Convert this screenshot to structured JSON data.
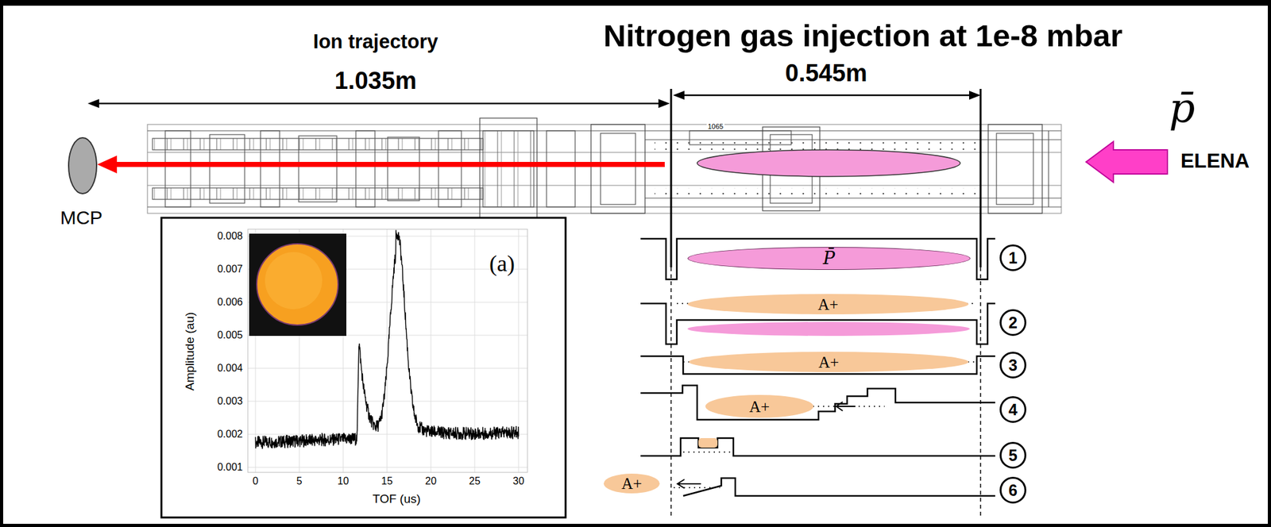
{
  "diagram": {
    "title": "Nitrogen gas injection at 1e-8 mbar",
    "nodes": [
      {
        "text": [
          "P̄"
        ]
      },
      {
        "text": [
          "1"
        ]
      },
      {
        "text": [
          "A+"
        ]
      },
      {
        "text": [
          "2"
        ]
      },
      {
        "text": [
          "A+"
        ]
      },
      {
        "text": [
          "3"
        ]
      },
      {
        "text": [
          "A+"
        ]
      },
      {
        "text": [
          "4"
        ]
      },
      {
        "text": [
          "5"
        ]
      },
      {
        "text": [
          "A+"
        ]
      },
      {
        "text": [
          "6"
        ]
      }
    ],
    "labels": [
      "Ion trajectory",
      "1.035m",
      "0.545m",
      "p̄",
      "ELENA",
      "MCP",
      "1065",
      "(a)",
      "Amplitude (au)",
      "TOF (us)",
      "0.008",
      "0.007",
      "0.006",
      "0.005",
      "0.004",
      "0.003",
      "0.002",
      "0.001",
      "0",
      "5",
      "10",
      "15",
      "20",
      "25",
      "30"
    ]
  }
}
